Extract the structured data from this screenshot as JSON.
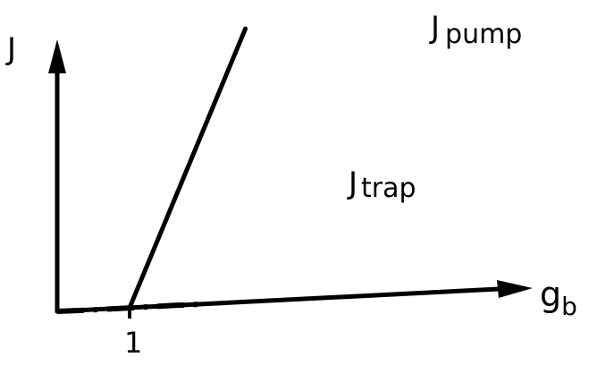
{
  "chart_data": {
    "type": "line",
    "title": "",
    "xlabel": "gb",
    "xlabel_main": "g",
    "xlabel_sub": "b",
    "ylabel": "J",
    "x_ticks": [
      {
        "value": 1,
        "label": "1"
      }
    ],
    "xlim": [
      0,
      3.3
    ],
    "ylim": [
      0,
      1.0
    ],
    "grid": false,
    "legend": "none",
    "series": [
      {
        "name": "Jpump",
        "label_main": "J",
        "label_rest": "pump",
        "style": "solid",
        "x": [
          1.0,
          2.6
        ],
        "y": [
          0.0,
          0.96
        ]
      },
      {
        "name": "Jtrap",
        "label_main": "J",
        "label_rest": "trap",
        "style": "dashdot",
        "x": [
          0.0,
          1.3,
          1.6,
          2.0
        ],
        "y": [
          0.0,
          0.0,
          0.0,
          0.0
        ]
      }
    ],
    "colors": {
      "ink": "#000000",
      "background": "#ffffff"
    }
  }
}
